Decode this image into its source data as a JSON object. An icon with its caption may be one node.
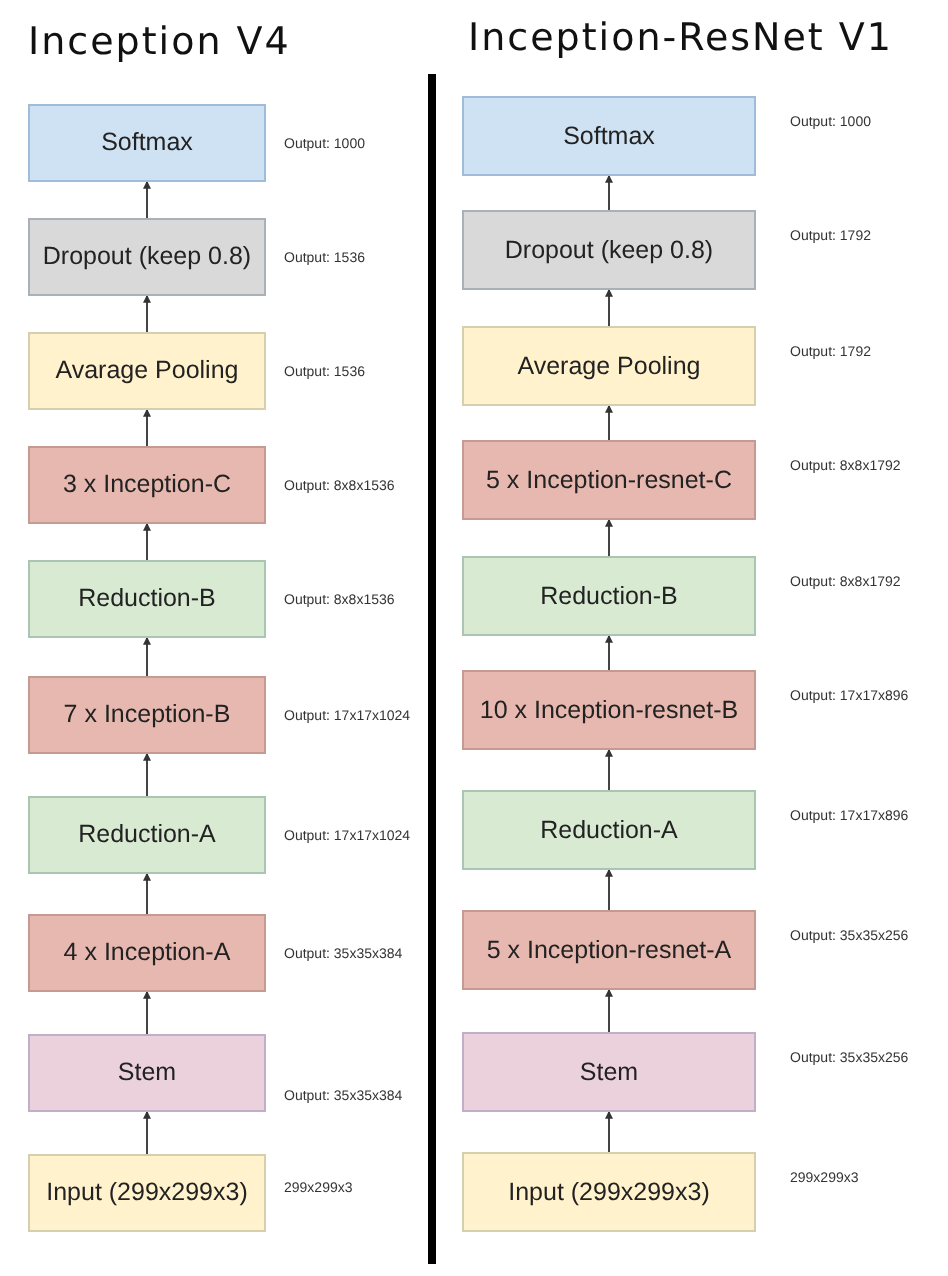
{
  "diagram": {
    "nodes": [
      {
        "text": [
          "Softmax"
        ],
        "beside": [
          "Output: 1000"
        ]
      },
      {
        "text": [
          "Dropout (keep 0.8)"
        ],
        "beside": [
          "Output: 1536"
        ]
      },
      {
        "text": [
          "Avarage Pooling"
        ],
        "beside": [
          "Output: 1536"
        ]
      },
      {
        "text": [
          "3 x Inception-C"
        ],
        "beside": [
          "Output: 8x8x1536"
        ]
      },
      {
        "text": [
          "Reduction-B"
        ],
        "beside": [
          "Output: 8x8x1536"
        ]
      },
      {
        "text": [
          "7 x Inception-B"
        ],
        "beside": [
          "Output: 17x17x1024"
        ]
      },
      {
        "text": [
          "Reduction-A"
        ],
        "beside": [
          "Output: 17x17x1024"
        ]
      },
      {
        "text": [
          "4 x Inception-A"
        ],
        "beside": [
          "Output: 35x35x384"
        ]
      },
      {
        "text": [
          "Stem"
        ],
        "beside": [
          "Output: 35x35x384"
        ]
      },
      {
        "text": [
          "Input (299x299x3)"
        ],
        "beside": [
          "299x299x3"
        ]
      },
      {
        "text": [
          "Softmax"
        ],
        "beside": [
          "Output: 1000"
        ]
      },
      {
        "text": [
          "Dropout (keep 0.8)"
        ],
        "beside": [
          "Output: 1792"
        ]
      },
      {
        "text": [
          "Average Pooling"
        ],
        "beside": [
          "Output: 1792"
        ]
      },
      {
        "text": [
          "5 x Inception-resnet-C"
        ],
        "beside": [
          "Output: 8x8x1792"
        ]
      },
      {
        "text": [
          "Reduction-B"
        ],
        "beside": [
          "Output: 8x8x1792"
        ]
      },
      {
        "text": [
          "10 x Inception-resnet-B"
        ],
        "beside": [
          "Output: 17x17x896"
        ]
      },
      {
        "text": [
          "Reduction-A"
        ],
        "beside": [
          "Output: 17x17x896"
        ]
      },
      {
        "text": [
          "5 x Inception-resnet-A"
        ],
        "beside": [
          "Output: 35x35x256"
        ]
      },
      {
        "text": [
          "Stem"
        ],
        "beside": [
          "Output: 35x35x256"
        ]
      },
      {
        "text": [
          "Input (299x299x3)"
        ],
        "beside": [
          "299x299x3"
        ]
      }
    ],
    "edges": [
      {
        "from": 1,
        "to": 0,
        "arrow": "to"
      },
      {
        "from": 2,
        "to": 1,
        "arrow": "to"
      },
      {
        "from": 3,
        "to": 2,
        "arrow": "to"
      },
      {
        "from": 4,
        "to": 3,
        "arrow": "to"
      },
      {
        "from": 5,
        "to": 4,
        "arrow": "to"
      },
      {
        "from": 6,
        "to": 5,
        "arrow": "to"
      },
      {
        "from": 7,
        "to": 6,
        "arrow": "to"
      },
      {
        "from": 8,
        "to": 7,
        "arrow": "to"
      },
      {
        "from": 9,
        "to": 8,
        "arrow": "to"
      },
      {
        "from": 11,
        "to": 10,
        "arrow": "to"
      },
      {
        "from": 12,
        "to": 11,
        "arrow": "to"
      },
      {
        "from": 13,
        "to": 12,
        "arrow": "to"
      },
      {
        "from": 14,
        "to": 13,
        "arrow": "to"
      },
      {
        "from": 15,
        "to": 14,
        "arrow": "to"
      },
      {
        "from": 16,
        "to": 15,
        "arrow": "to"
      },
      {
        "from": 17,
        "to": 16,
        "arrow": "to"
      },
      {
        "from": 18,
        "to": 17,
        "arrow": "to"
      },
      {
        "from": 19,
        "to": 18,
        "arrow": "to"
      }
    ],
    "labels": [
      "Inception V4",
      "Inception-ResNet V1"
    ]
  }
}
